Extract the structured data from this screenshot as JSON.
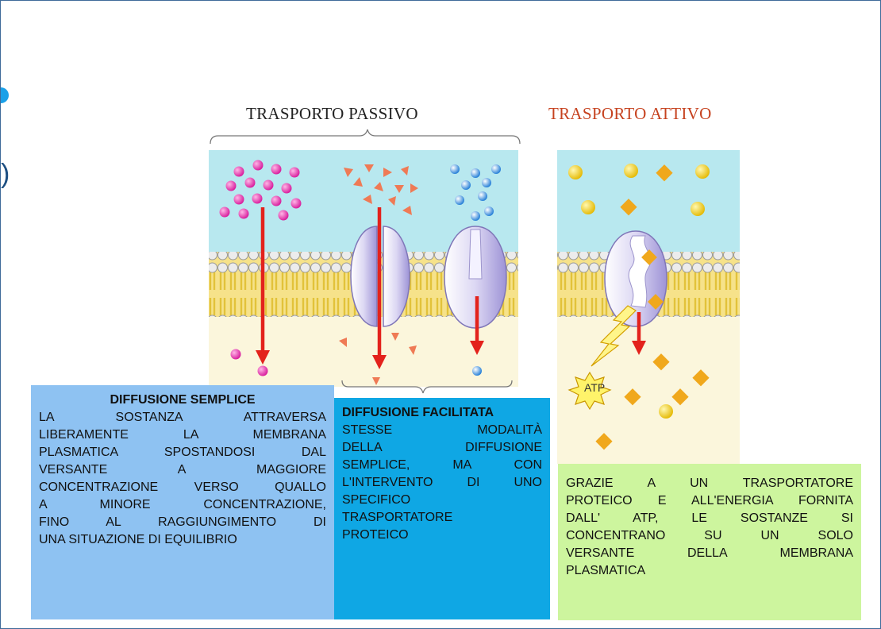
{
  "headers": {
    "passive": "TRASPORTO PASSIVO",
    "active": "TRASPORTO ATTIVO"
  },
  "atp_label": "ATP",
  "edge_glyph": ")",
  "boxes": {
    "simple": {
      "title": "DIFFUSIONE SEMPLICE",
      "lines": [
        "LA SOSTANZA ATTRAVERSA",
        "LIBERAMENTE LA MEMBRANA",
        "PLASMATICA SPOSTANDOSI DAL",
        "VERSANTE A MAGGIORE",
        "CONCENTRAZIONE VERSO QUALLO",
        "A MINORE CONCENTRAZIONE,",
        "FINO AL RAGGIUNGIMENTO DI",
        "UNA SITUAZIONE DI EQUILIBRIO"
      ]
    },
    "facilitated": {
      "title": "DIFFUSIONE FACILITATA",
      "lines": [
        "STESSE MODALITÀ",
        "DELLA DIFFUSIONE",
        "SEMPLICE, MA CON",
        "L'INTERVENTO DI UNO",
        "SPECIFICO",
        "TRASPORTATORE",
        "PROTEICO"
      ]
    },
    "active": {
      "lines": [
        "GRAZIE A UN TRASPORTATORE",
        "PROTEICO E ALL'ENERGIA FORNITA",
        "DALL' ATP, LE SOSTANZE SI",
        "CONCENTRANO SU UN SOLO",
        "VERSANTE DELLA MEMBRANA",
        "PLASMATICA"
      ]
    }
  },
  "colors": {
    "extracellular": "#b8e8ef",
    "cytoplasm": "#fbf6dc",
    "lipid_tail": "#f3dc63",
    "lipid_head": "#e9e9e9",
    "arrow": "#e3221c",
    "solute_simple": "#e02aa6",
    "solute_facilitated": "#ef7a55",
    "solute_channel": "#2f86dc",
    "solute_active_round": "#f0cf12",
    "solute_active_diamond": "#f0a81c",
    "protein": "#c9c3ea",
    "active_header": "#c6421f",
    "box_simple": "#8ec2f2",
    "box_facilitated": "#0fa7e4",
    "box_active": "#cdf59e"
  }
}
